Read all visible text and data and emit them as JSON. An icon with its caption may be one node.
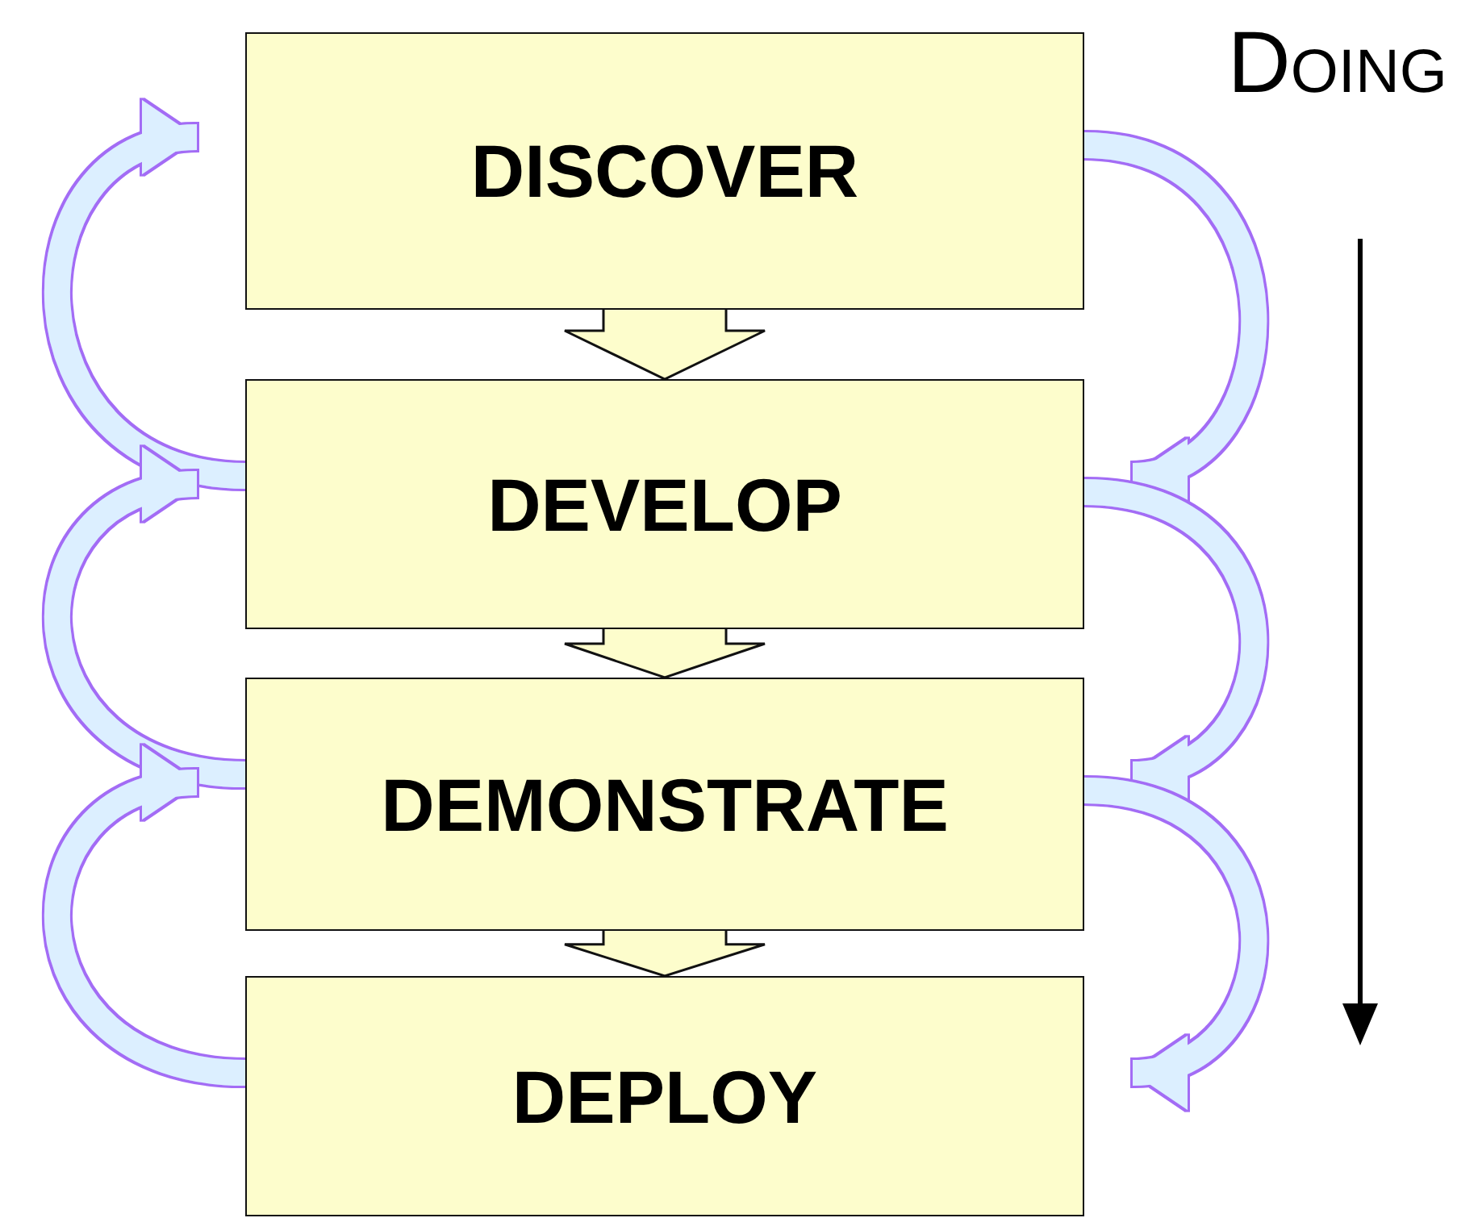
{
  "diagram": {
    "title": "DOING",
    "nodes": [
      {
        "text": [
          "DISCOVER"
        ]
      },
      {
        "text": [
          "DEVELOP"
        ]
      },
      {
        "text": [
          "DEMONSTRATE"
        ]
      },
      {
        "text": [
          "DEPLOY"
        ]
      }
    ],
    "edges": [
      {
        "from": 0,
        "to": 1,
        "arrow": "to",
        "style": "thick"
      },
      {
        "from": 1,
        "to": 2,
        "arrow": "to",
        "style": "thick"
      },
      {
        "from": 2,
        "to": 3,
        "arrow": "to",
        "style": "thick"
      },
      {
        "from": 0,
        "to": 1,
        "arrow": "to"
      },
      {
        "from": 1,
        "to": 2,
        "arrow": "to"
      },
      {
        "from": 2,
        "to": 3,
        "arrow": "to"
      },
      {
        "from": 1,
        "to": 0,
        "arrow": "to"
      },
      {
        "from": 2,
        "to": 1,
        "arrow": "to"
      },
      {
        "from": 3,
        "to": 2,
        "arrow": "to"
      }
    ]
  }
}
